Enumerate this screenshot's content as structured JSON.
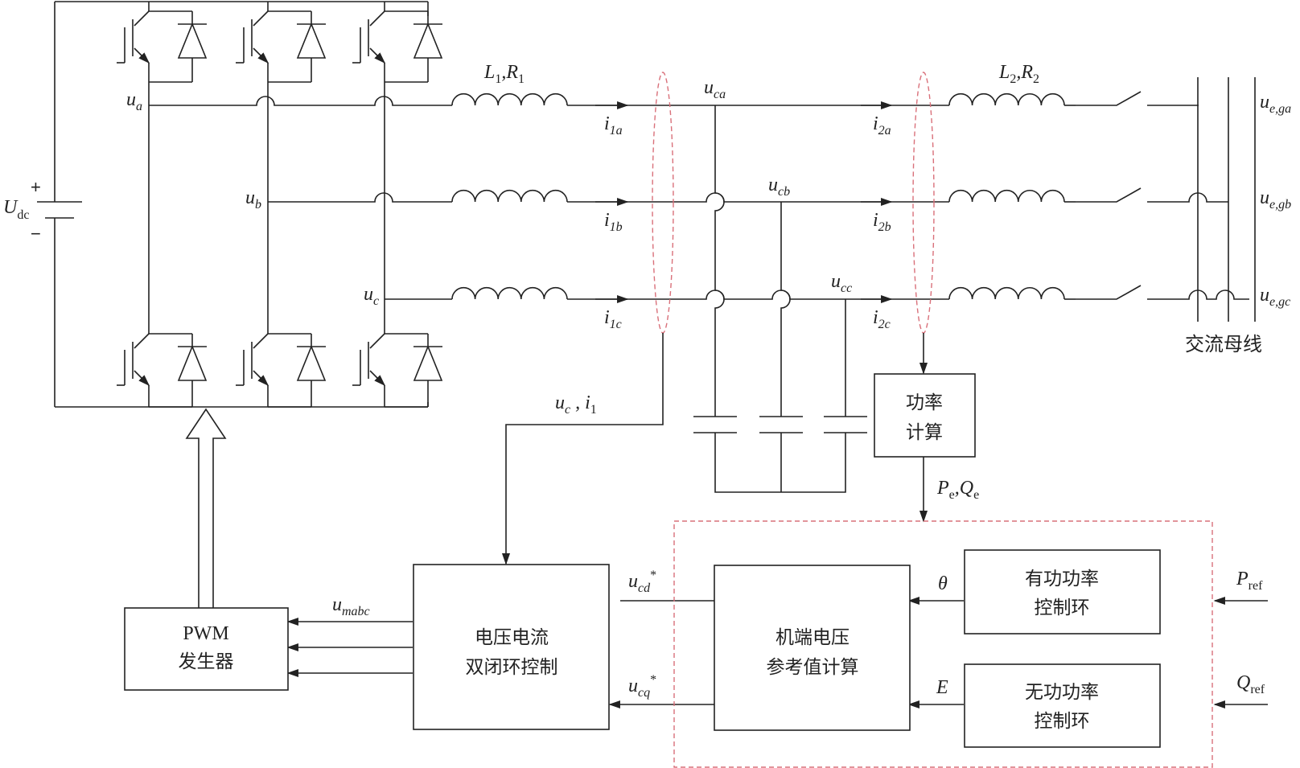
{
  "labels": {
    "ua": "u",
    "ua_sub": "a",
    "ub": "u",
    "ub_sub": "b",
    "uc": "u",
    "uc_sub": "c",
    "udc": "U",
    "udc_sub": "dc",
    "plus": "+",
    "minus": "−",
    "l1r1": "L",
    "l1_sub": "1",
    "comma1": ",R",
    "r1_sub": "1",
    "l2r2": "L",
    "l2_sub": "2",
    "comma2": ",R",
    "r2_sub": "2",
    "i1a": "i",
    "i1a_sub": "1a",
    "i1b": "i",
    "i1b_sub": "1b",
    "i1c": "i",
    "i1c_sub": "1c",
    "i2a": "i",
    "i2a_sub": "2a",
    "i2b": "i",
    "i2b_sub": "2b",
    "i2c": "i",
    "i2c_sub": "2c",
    "uca": "u",
    "uca_sub": "ca",
    "ucb": "u",
    "ucb_sub": "cb",
    "ucc": "u",
    "ucc_sub": "cc",
    "uega": "u",
    "uega_sub": "e,ga",
    "uegb": "u",
    "uegb_sub": "e,gb",
    "uegc": "u",
    "uegc_sub": "e,gc",
    "ac_bus": "交流母线",
    "uci1_u": "u",
    "uci1_usub": "c",
    "uci1_i": " , i",
    "uci1_isub": "1",
    "pe": "P",
    "pe_sub": "e",
    "qe": ",Q",
    "qe_sub": "e",
    "umabc": "u",
    "umabc_sub": "mabc",
    "ucd": "u",
    "ucd_sub": "cd",
    "ucd_star": "*",
    "ucq": "u",
    "ucq_sub": "cq",
    "ucq_star": "*",
    "theta": "θ",
    "e": "E",
    "pref": "P",
    "pref_sub": "ref",
    "qref": "Q",
    "qref_sub": "ref"
  },
  "blocks": {
    "power_calc": [
      "功率",
      "计算"
    ],
    "pwm": [
      "PWM",
      "发生器"
    ],
    "dual_loop": [
      "电压电流",
      "双闭环控制"
    ],
    "terminal_voltage": [
      "机端电压",
      "参考值计算"
    ],
    "active_loop": [
      "有功功率",
      "控制环"
    ],
    "reactive_loop": [
      "无功功率",
      "控制环"
    ]
  }
}
